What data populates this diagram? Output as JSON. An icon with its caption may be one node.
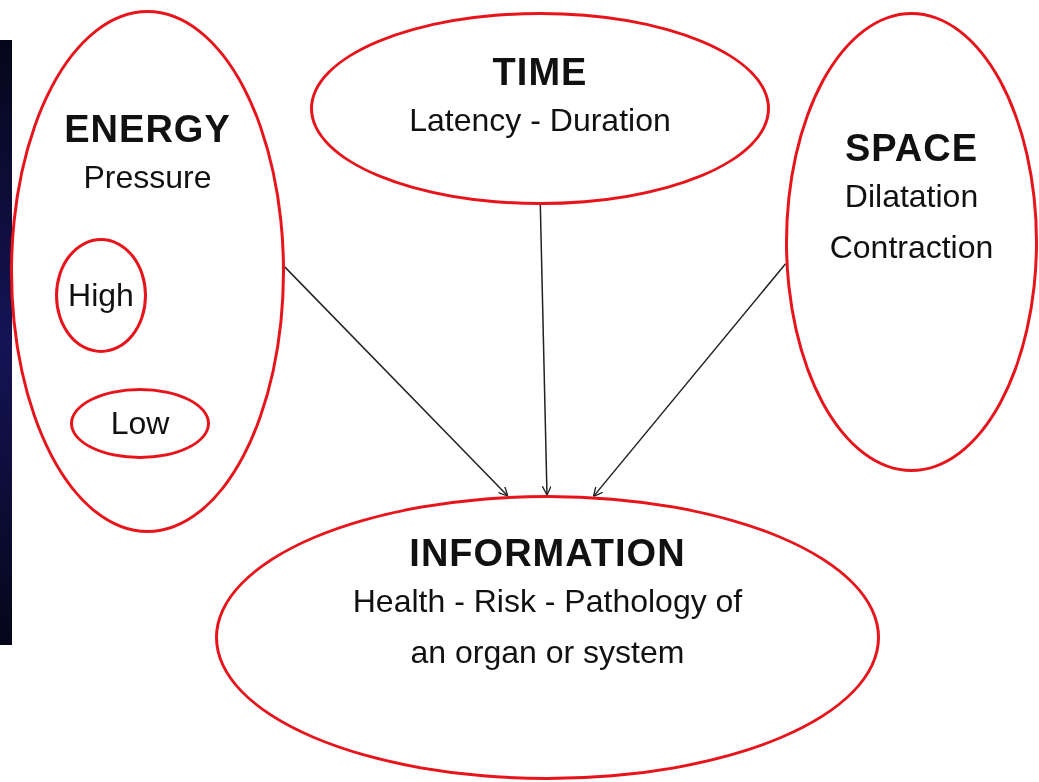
{
  "diagram": {
    "nodes": [
      {
        "text": [
          "ENERGY",
          "Pressure"
        ]
      },
      {
        "text": [
          "High"
        ],
        "in": 0
      },
      {
        "text": [
          "Low"
        ],
        "in": 0
      },
      {
        "text": [
          "TIME",
          "Latency - Duration"
        ]
      },
      {
        "text": [
          "SPACE",
          "Dilatation Contraction"
        ]
      },
      {
        "text": [
          "INFORMATION",
          "Health - Risk - Pathology of an organ or system"
        ]
      }
    ],
    "edges": [
      {
        "from": 0,
        "to": 5,
        "arrow": "to"
      },
      {
        "from": 3,
        "to": 5,
        "arrow": "to"
      },
      {
        "from": 4,
        "to": 5,
        "arrow": "to"
      }
    ]
  }
}
